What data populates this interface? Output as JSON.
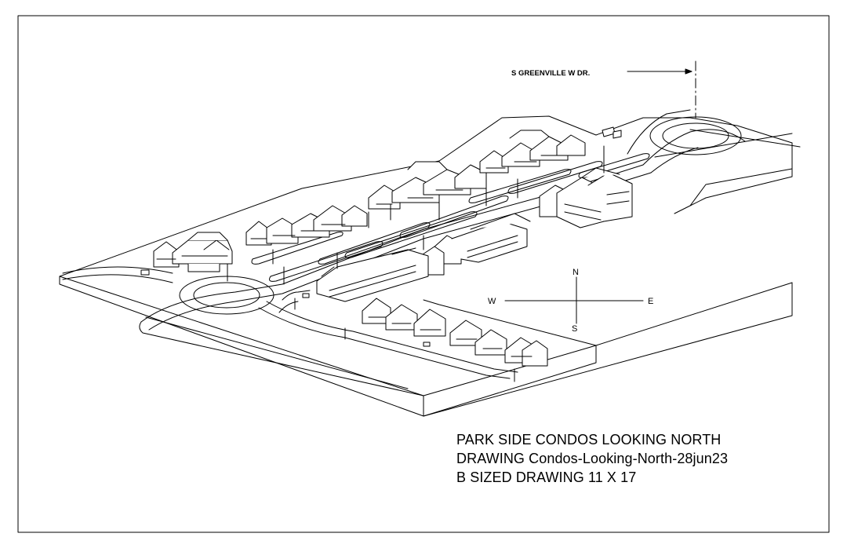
{
  "drawing": {
    "street_label": "S GREENVILLE W DR.",
    "compass": {
      "north": "N",
      "south": "S",
      "east": "E",
      "west": "W"
    },
    "title_block": {
      "line1": "PARK SIDE CONDOS LOOKING NORTH",
      "line2": "DRAWING Condos-Looking-North-28jun23",
      "line3": "B SIZED DRAWING 11 X 17"
    }
  }
}
